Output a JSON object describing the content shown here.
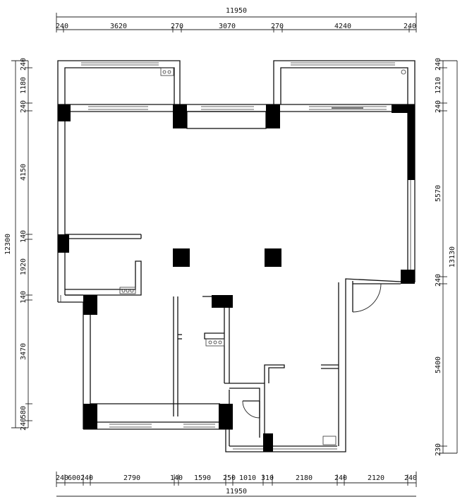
{
  "dimensions": {
    "top_total": "11950",
    "top_segments": [
      "240",
      "3620",
      "270",
      "3070",
      "270",
      "4240",
      "240"
    ],
    "bottom_total": "11950",
    "bottom_segments": [
      "240",
      "600",
      "240",
      "2790",
      "140",
      "1590",
      "250",
      "1010",
      "310",
      "2180",
      "240",
      "2120",
      "240"
    ],
    "left_total": "12300",
    "left_segments": [
      "240",
      "1180",
      "240",
      "4150",
      "140",
      "1920",
      "140",
      "3470",
      "580",
      "240"
    ],
    "right_total": "13130",
    "right_segments": [
      "240",
      "1210",
      "240",
      "5570",
      "240",
      "5400",
      "230"
    ]
  },
  "colors": {
    "wall": "#111111",
    "column": "#000000",
    "background": "#ffffff"
  }
}
